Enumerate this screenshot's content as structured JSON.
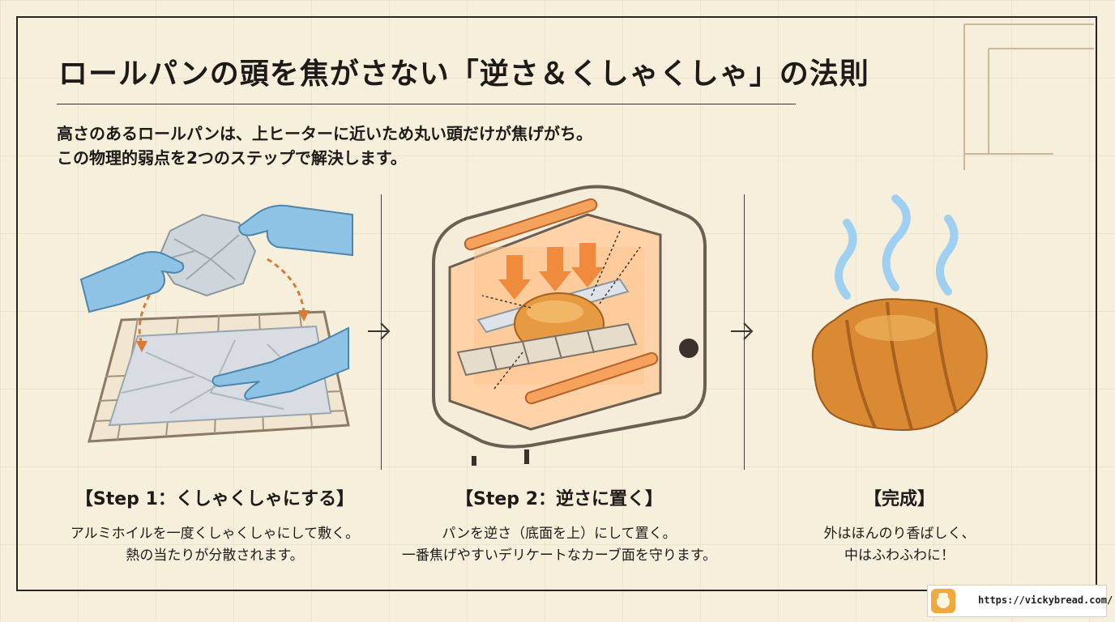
{
  "title": "ロールパンの頭を焦がさない「逆さ＆くしゃくしゃ」の法則",
  "intro": {
    "line1": "高さのあるロールパンは、上ヒーターに近いため丸い頭だけが焦げがち。",
    "line2": "この物理的弱点を2つのステップで解決します。"
  },
  "steps": [
    {
      "title": "【Step 1：くしゃくしゃにする】",
      "desc1": "アルミホイルを一度くしゃくしゃにして敷く。",
      "desc2": "熱の当たりが分散されます。"
    },
    {
      "title": "【Step 2：逆さに置く】",
      "desc1": "パンを逆さ（底面を上）にして置く。",
      "desc2": "一番焦げやすいデリケートなカーブ面を守ります。"
    },
    {
      "title": "【完成】",
      "desc1": "外はほんのり香ばしく、",
      "desc2": "中はふわふわに！"
    }
  ],
  "footer": {
    "url": "https://vickybread.com/"
  },
  "colors": {
    "background": "#f6efdc",
    "glove": "#8fc3e6",
    "heat": "#f08a3c",
    "bread": "#d98a33",
    "steam": "#9fd0f2"
  },
  "icons": {
    "chevron": "chevron-right-icon",
    "steam": "steam-icon",
    "logo": "bakery-logo-icon"
  }
}
